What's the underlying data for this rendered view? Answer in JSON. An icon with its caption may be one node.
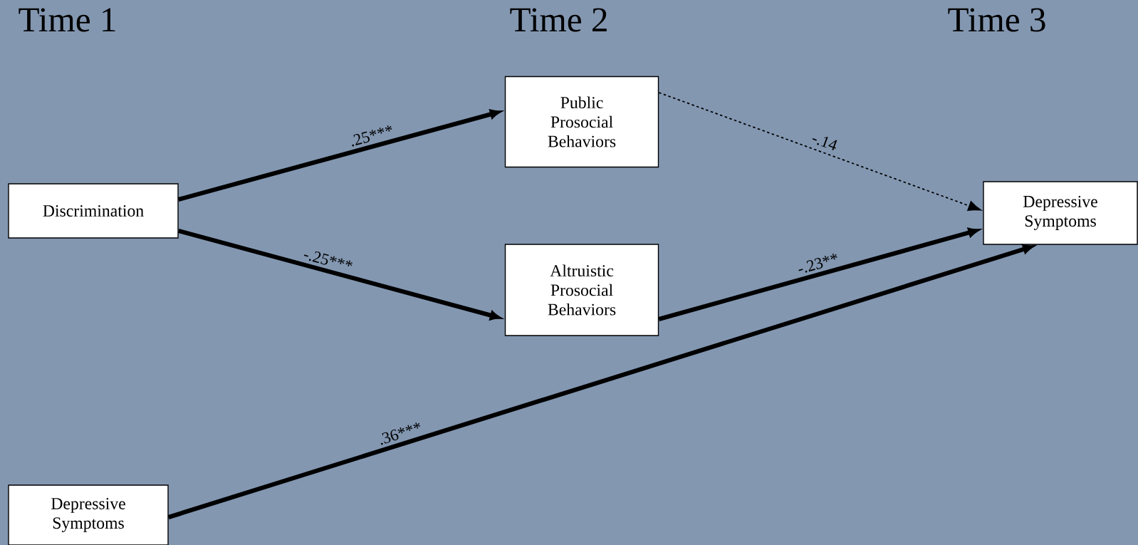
{
  "diagram": {
    "nodes": [
      {
        "text": [
          "Discrimination"
        ]
      },
      {
        "text": [
          "Public Prosocial Behaviors"
        ]
      },
      {
        "text": [
          "Altruistic Prosocial Behaviors"
        ]
      },
      {
        "text": [
          "Depressive Symptoms"
        ]
      },
      {
        "text": [
          "Depressive Symptoms"
        ]
      }
    ],
    "edges": [
      {
        "from": 0,
        "to": 1,
        "arrow": "to",
        "label": ".25***"
      },
      {
        "from": 0,
        "to": 2,
        "arrow": "to",
        "label": "-.25***"
      },
      {
        "from": 1,
        "to": 3,
        "arrow": "to",
        "label": "-.14",
        "style": "dashed"
      },
      {
        "from": 2,
        "to": 3,
        "arrow": "to",
        "label": "-.23**"
      },
      {
        "from": 4,
        "to": 3,
        "arrow": "to",
        "label": ".36***"
      }
    ],
    "labels": [
      "Time 1",
      "Time 2",
      "Time 3"
    ]
  }
}
